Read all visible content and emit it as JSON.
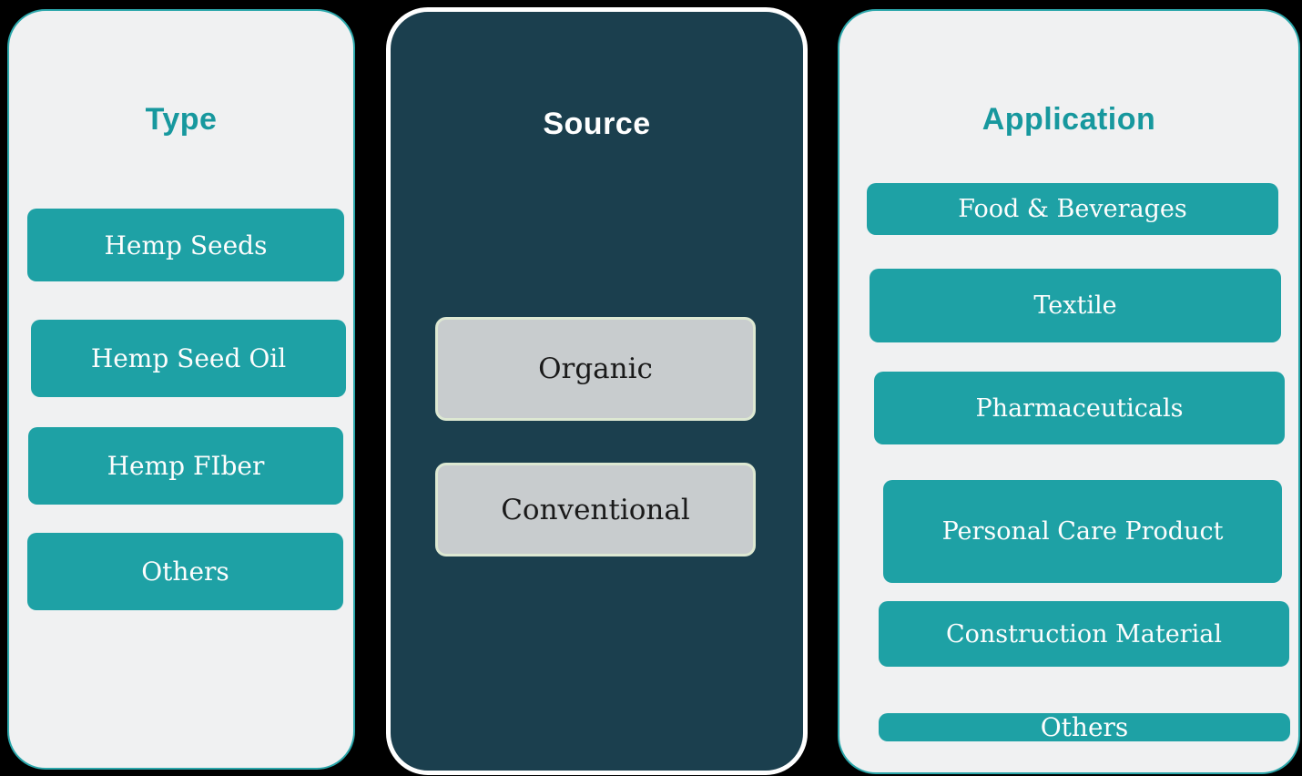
{
  "diagram": {
    "columns": [
      {
        "title": "Type",
        "items": [
          "Hemp Seeds",
          "Hemp Seed Oil",
          "Hemp FIber",
          "Others"
        ]
      },
      {
        "title": "Source",
        "items": [
          "Organic",
          "Conventional"
        ]
      },
      {
        "title": "Application",
        "items": [
          "Food & Beverages",
          "Textile",
          "Pharmaceuticals",
          "Personal Care Product",
          "Construction Material",
          "Others"
        ]
      }
    ],
    "colors": {
      "page_background": "#000000",
      "accent_teal": "#1EA1A5",
      "header_teal": "#17989E",
      "dark_panel": "#1B3F4E",
      "light_panel": "#F0F1F2",
      "light_panel_border": "#2BA7AB",
      "dark_panel_border": "#FFFFFF",
      "source_button_fill": "#C8CCCE",
      "source_button_border": "#DDE8D2",
      "teal_button_text": "#FDFDFD",
      "source_button_text": "#1A1A1A"
    }
  }
}
